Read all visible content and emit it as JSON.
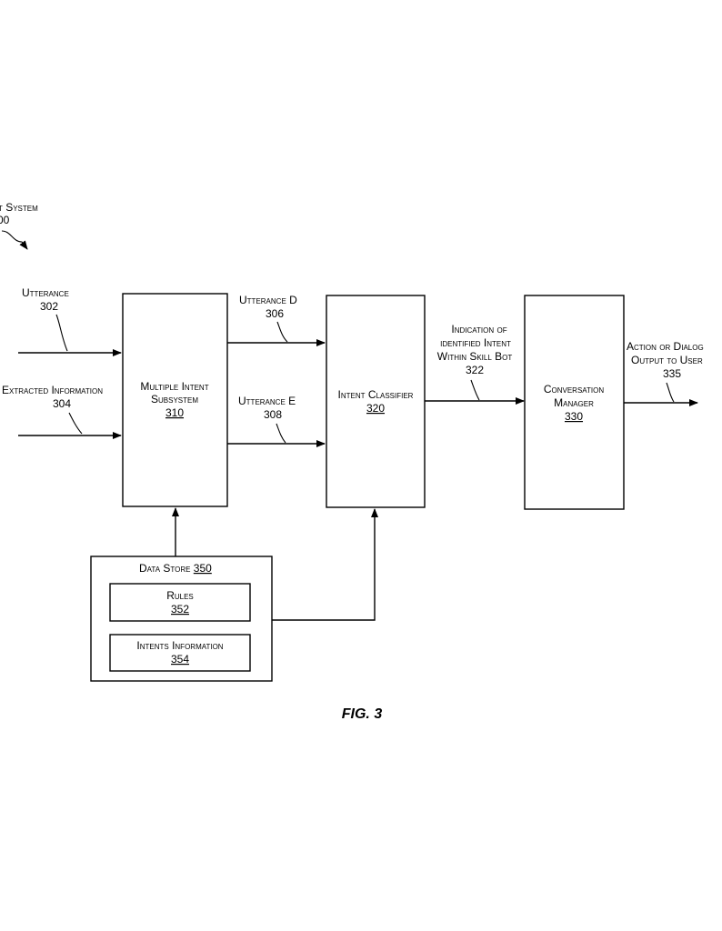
{
  "system": {
    "title": "t System",
    "number": "00"
  },
  "inputs": {
    "utterance": {
      "label": "Utterance",
      "number": "302"
    },
    "extracted": {
      "label": "Extracted Information",
      "number": "304"
    }
  },
  "boxes": {
    "multiple_intent": {
      "line1": "Multiple Intent",
      "line2": "Subsystem",
      "number": "310"
    },
    "intent_classifier": {
      "label": "Intent Classifier",
      "number": "320"
    },
    "conversation_manager": {
      "line1": "Conversation",
      "line2": "Manager",
      "number": "330"
    }
  },
  "signals": {
    "utterance_d": {
      "label": "Utterance D",
      "number": "306"
    },
    "utterance_e": {
      "label": "Utterance E",
      "number": "308"
    },
    "indication": {
      "line1": "Indication of",
      "line2": "identified Intent",
      "line3": "Within Skill Bot",
      "number": "322"
    },
    "output": {
      "line1": "Action or Dialog",
      "line2": "Output to User",
      "number": "335"
    }
  },
  "data_store": {
    "label": "Data Store",
    "number": "350",
    "rules": {
      "label": "Rules",
      "number": "352"
    },
    "intents_info": {
      "label": "Intents Information",
      "number": "354"
    }
  },
  "figure": {
    "caption": "FIG. 3"
  }
}
